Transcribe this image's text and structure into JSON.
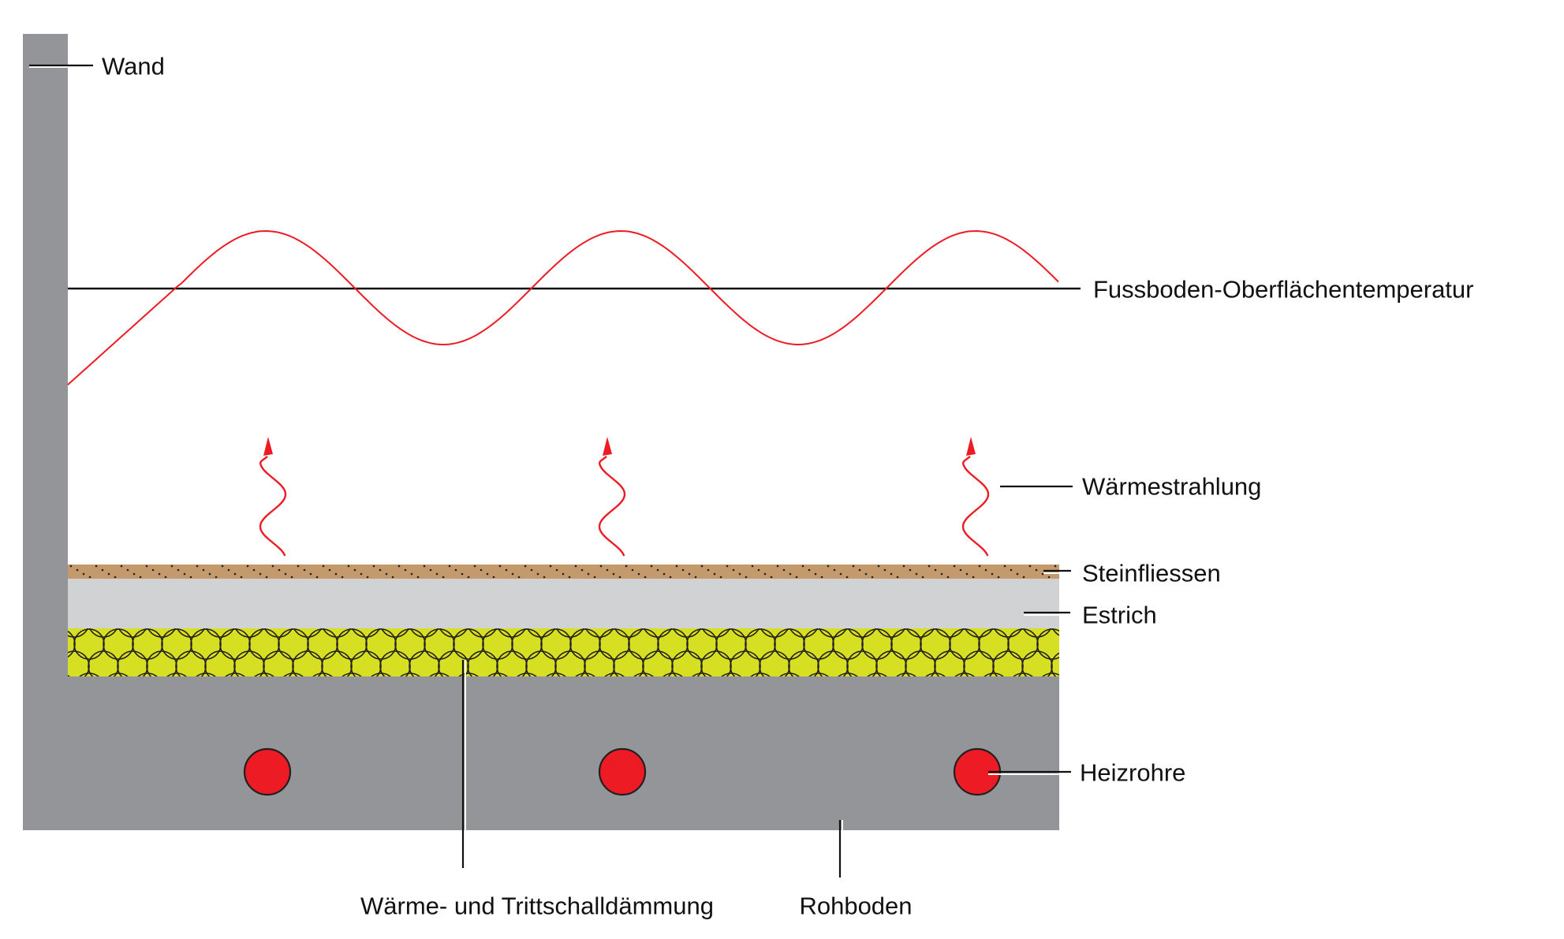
{
  "title": "Fussbodenheizung Schichtaufbau",
  "colors": {
    "wall": "#939598",
    "tiles": "#c49a6c",
    "screed": "#d1d2d4",
    "insulation": "#d7df23",
    "pipe": "#ed1c24",
    "wave": "#ed1c24",
    "line": "#111111"
  },
  "labels": {
    "wall": "Wand",
    "surface_temperature": "Fussboden-Oberflächentemperatur",
    "heat_radiation": "Wärmestrahlung",
    "tiles": "Steinfliessen",
    "screed": "Estrich",
    "pipes": "Heizrohre",
    "insulation": "Wärme- und Trittschalldämmung",
    "subfloor": "Rohboden"
  },
  "elements": {
    "pipe_count": 3,
    "radiation_arrow_count": 3,
    "temperature_wave_peaks": 3
  }
}
